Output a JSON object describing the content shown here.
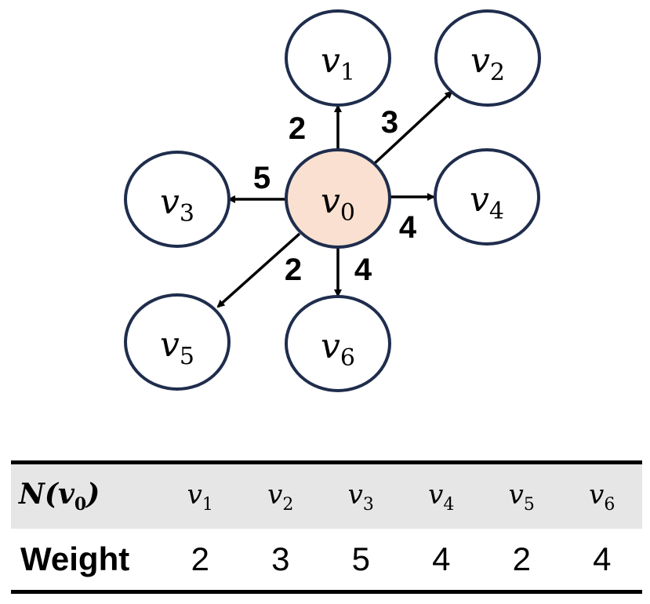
{
  "graph": {
    "center": {
      "id": "v0",
      "base": "v",
      "sub": "0",
      "fill": "#f9e0d0"
    },
    "neighbors": [
      {
        "id": "v1",
        "base": "v",
        "sub": "1",
        "weight": "2"
      },
      {
        "id": "v2",
        "base": "v",
        "sub": "2",
        "weight": "3"
      },
      {
        "id": "v3",
        "base": "v",
        "sub": "3",
        "weight": "5"
      },
      {
        "id": "v4",
        "base": "v",
        "sub": "4",
        "weight": "4"
      },
      {
        "id": "v5",
        "base": "v",
        "sub": "5",
        "weight": "2"
      },
      {
        "id": "v6",
        "base": "v",
        "sub": "6",
        "weight": "4"
      }
    ],
    "node_stroke": "#1f2d4d",
    "neighbor_fill": "#ffffff"
  },
  "table": {
    "header_label": {
      "prefix": "N(",
      "base": "v",
      "sub": "0",
      "suffix": ")"
    },
    "header_bg": "#e6e6e6",
    "columns": [
      {
        "base": "v",
        "sub": "1"
      },
      {
        "base": "v",
        "sub": "2"
      },
      {
        "base": "v",
        "sub": "3"
      },
      {
        "base": "v",
        "sub": "4"
      },
      {
        "base": "v",
        "sub": "5"
      },
      {
        "base": "v",
        "sub": "6"
      }
    ],
    "row_label": "Weight",
    "weights": [
      "2",
      "3",
      "5",
      "4",
      "2",
      "4"
    ]
  }
}
